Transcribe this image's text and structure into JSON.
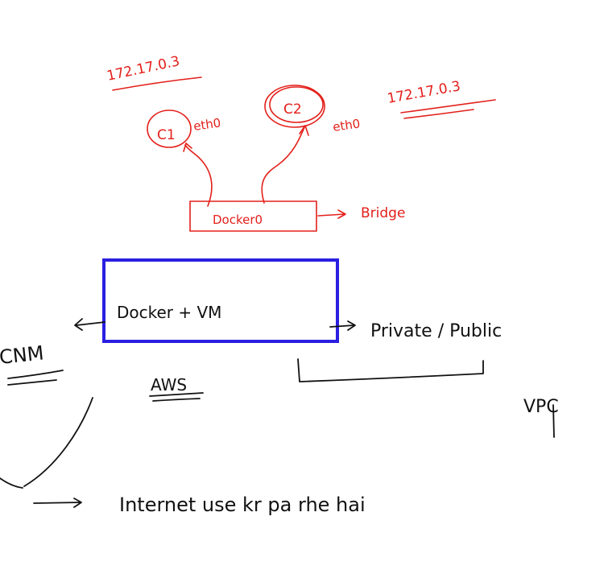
{
  "colors": {
    "red_ink": "#e3201b",
    "black_ink": "#111111",
    "blue_box": "#2a1fe0",
    "background": "#ffffff"
  },
  "labels": {
    "c1_ip": "172.17.0.3",
    "c2_ip": "172.17.0.3",
    "c1": "C1",
    "c2": "C2",
    "c1_iface": "eth0",
    "c2_iface": "eth0",
    "bridge_box": "Docker0",
    "bridge_label": "Bridge",
    "main_box": "Docker + VM",
    "cnm": "CNM",
    "aws": "AWS",
    "private_public": "Private / Public",
    "vpc": "VPC",
    "internet_line": "Internet use kr pa rhe hai"
  }
}
